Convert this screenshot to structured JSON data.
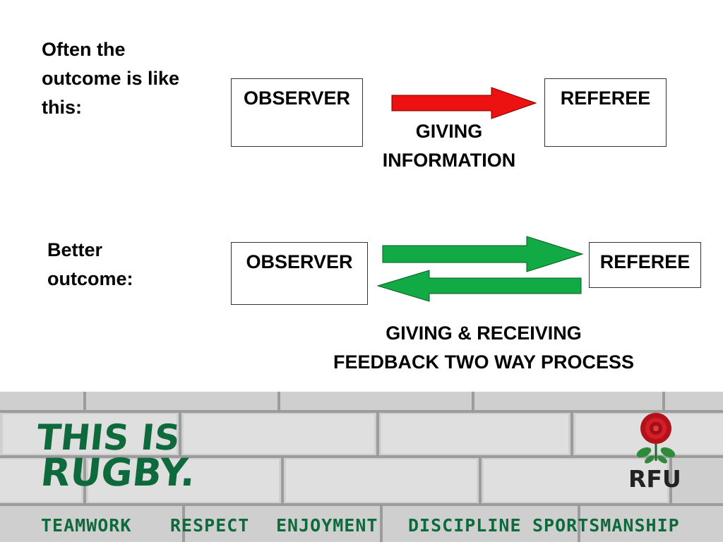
{
  "top": {
    "intro": "Often the outcome is like this:",
    "observer_label": "OBSERVER",
    "referee_label": "REFEREE",
    "arrow_color": "#ee1111",
    "caption_line1": "GIVING",
    "caption_line2": "INFORMATION"
  },
  "bottom": {
    "intro": "Better outcome:",
    "observer_label": "OBSERVER",
    "referee_label": "REFEREE",
    "arrow_color": "#11aa44",
    "caption_line1": "GIVING & RECEIVING",
    "caption_line2": "FEEDBACK TWO WAY PROCESS"
  },
  "footer": {
    "slogan_line1": "THIS IS",
    "slogan_line2": "RUGBY.",
    "brand_color": "#0e6a3c",
    "values": [
      "TEAMWORK",
      "RESPECT",
      "ENJOYMENT",
      "DISCIPLINE",
      "SPORTSMANSHIP"
    ],
    "logo_text": "RFU",
    "logo_icon": "rose-icon"
  }
}
